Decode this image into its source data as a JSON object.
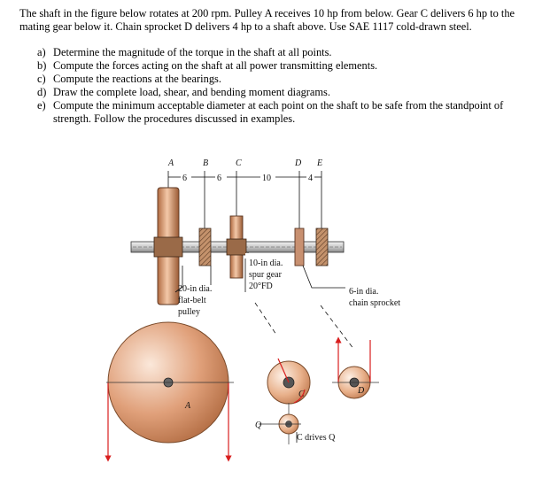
{
  "problem": {
    "statement": "The shaft in the figure below rotates at 200 rpm. Pulley A receives 10 hp from below. Gear C delivers 6 hp to the mating gear below it. Chain sprocket D delivers 4 hp to a shaft above. Use SAE 1117 cold-drawn steel.",
    "tasks": [
      {
        "letter": "a)",
        "text": "Determine the magnitude of the torque in the shaft at all points."
      },
      {
        "letter": "b)",
        "text": "Compute the forces acting on the shaft at all power transmitting elements."
      },
      {
        "letter": "c)",
        "text": "Compute the reactions at the bearings."
      },
      {
        "letter": "d)",
        "text": "Draw the complete load, shear, and bending moment diagrams."
      },
      {
        "letter": "e)",
        "text": "Compute the minimum acceptable diameter at each point on the shaft to be safe from the standpoint of strength. Follow the procedures discussed in examples."
      }
    ]
  },
  "figure": {
    "point_labels": [
      "A",
      "B",
      "C",
      "D",
      "E"
    ],
    "dimensions": [
      "6",
      "6",
      "10",
      "4"
    ],
    "pulley_label": [
      "20-in dia.",
      "flat-belt",
      "pulley"
    ],
    "gear_label": [
      "10-in dia.",
      "spur gear",
      "20°FD"
    ],
    "sprocket_label": [
      "6-in dia.",
      "chain sprocket"
    ],
    "marker_a": "A",
    "marker_c": "C",
    "marker_d": "D",
    "marker_q": "Q",
    "drives_label": "C drives Q",
    "colors": {
      "pulley": "#e0a07a",
      "pulley_light": "#fbe8da",
      "pulley_dark": "#b06a40",
      "shaft": "#d8d8d8",
      "bearing": "#b07a55",
      "force_arrow": "#d81e1e"
    }
  }
}
